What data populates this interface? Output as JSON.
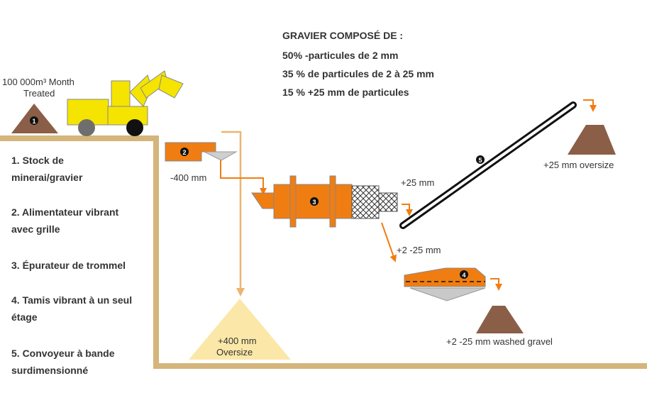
{
  "composition": {
    "title": "GRAVIER COMPOSÉ DE :",
    "line1": "50% -particules de 2 mm",
    "line2": "35 % de particules de 2 à 25 mm",
    "line3": "15 % +25 mm de particules"
  },
  "stockpile_caption": {
    "line1": "100 000m³ Month",
    "line2": "Treated"
  },
  "legend": {
    "item1_line1": "1. Stock de",
    "item1_line2": "minerai/gravier",
    "item2_line1": "2. Alimentateur vibrant",
    "item2_line2": "avec grille",
    "item3": "3. Épurateur de trommel",
    "item4_line1": "4. Tamis vibrant à un seul",
    "item4_line2": "étage",
    "item5_line1": "5. Convoyeur à bande",
    "item5_line2": "surdimensionné"
  },
  "labels": {
    "minus400": "-400 mm",
    "plus25": "+25 mm",
    "plus25_oversize": "+25 mm oversize",
    "range_2_25": "+2 -25 mm",
    "washed_gravel": "+2 -25 mm washed gravel",
    "plus400_line1": "+400 mm",
    "plus400_line2": "Oversize"
  },
  "markers": {
    "m1": "1",
    "m2": "2",
    "m3": "3",
    "m4": "4",
    "m5": "5"
  },
  "colors": {
    "ground": "#d4b57a",
    "equipment": "#f07d12",
    "pile": "#8b5e48",
    "loader": "#f4e400",
    "oversize_pile": "#fbe8a8",
    "flow_tan": "#ebb571",
    "screen_grey": "#c9c9c9"
  }
}
